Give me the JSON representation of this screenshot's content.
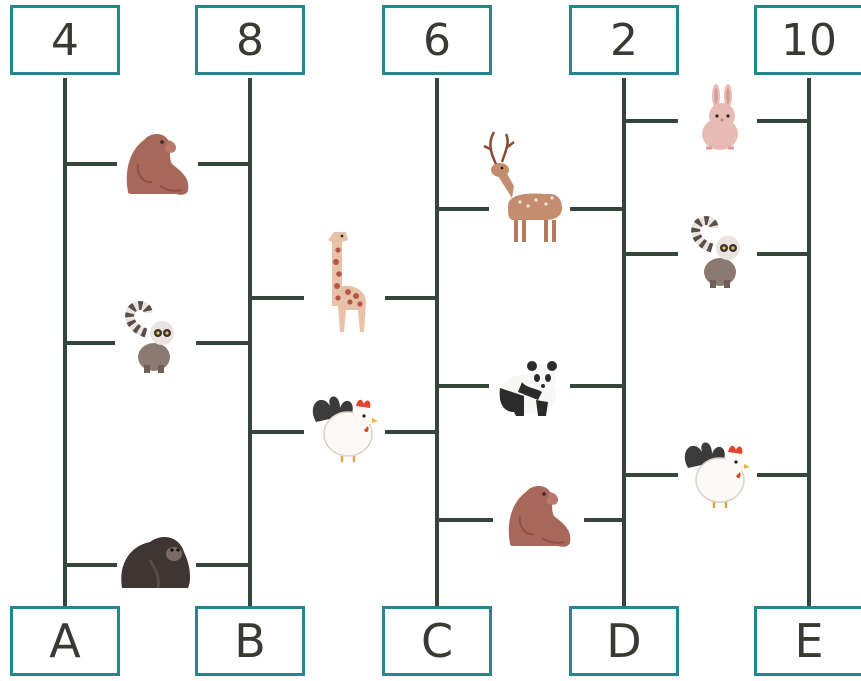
{
  "top_numbers": [
    "4",
    "8",
    "6",
    "2",
    "10"
  ],
  "bottom_letters": [
    "A",
    "B",
    "C",
    "D",
    "E"
  ],
  "colors": {
    "box_border": "#23888d",
    "line": "#34453c",
    "text": "#3a3a33"
  },
  "rungs": [
    {
      "between": [
        "A",
        "B"
      ],
      "animal": "sea-lion"
    },
    {
      "between": [
        "A",
        "B"
      ],
      "animal": "lemur"
    },
    {
      "between": [
        "A",
        "B"
      ],
      "animal": "gorilla"
    },
    {
      "between": [
        "B",
        "C"
      ],
      "animal": "giraffe"
    },
    {
      "between": [
        "B",
        "C"
      ],
      "animal": "rooster"
    },
    {
      "between": [
        "C",
        "D"
      ],
      "animal": "deer"
    },
    {
      "between": [
        "C",
        "D"
      ],
      "animal": "panda"
    },
    {
      "between": [
        "C",
        "D"
      ],
      "animal": "sea-lion"
    },
    {
      "between": [
        "D",
        "E"
      ],
      "animal": "rabbit"
    },
    {
      "between": [
        "D",
        "E"
      ],
      "animal": "lemur"
    },
    {
      "between": [
        "D",
        "E"
      ],
      "animal": "rooster"
    }
  ]
}
